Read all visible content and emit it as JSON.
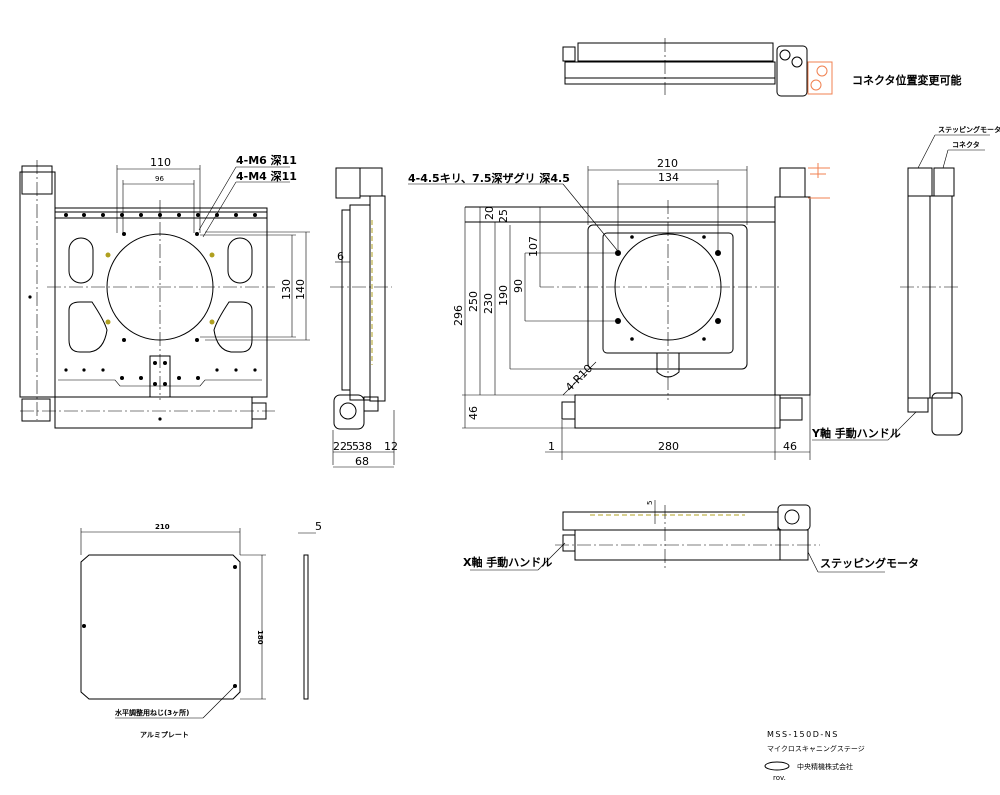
{
  "front_view": {
    "dim_110": "110",
    "dim_96": "96",
    "dim_130": "130",
    "dim_140": "140",
    "note_m6": "4-M6 深11",
    "note_m4": "4-M4 深11"
  },
  "side_view": {
    "dim_6": "6",
    "dim_22": "22",
    "dim_5a": "5",
    "dim_5b": "5",
    "dim_38": "38",
    "dim_12": "12",
    "dim_68": "68"
  },
  "top_view": {
    "note_holes": "4-4.5キリ、7.5深ザグリ 深4.5",
    "dim_210": "210",
    "dim_134": "134",
    "dim_20": "20",
    "dim_25": "25",
    "dim_107": "107",
    "dim_90": "90",
    "dim_190": "190",
    "dim_230": "230",
    "dim_250": "250",
    "dim_296": "296",
    "dim_46v": "46",
    "dim_r10": "4-R10",
    "dim_1": "1",
    "dim_280": "280",
    "dim_46h": "46",
    "y_handle": "Y軸 手動ハンドル"
  },
  "upper_view": {
    "connector_note": "コネクタ位置変更可能"
  },
  "right_view": {
    "motor_label": "ステッピングモータ",
    "connector_label": "コネクタ"
  },
  "lower_view": {
    "dim_5": "5",
    "x_handle": "X軸 手動ハンドル",
    "motor_label": "ステッピングモータ"
  },
  "plate": {
    "dim_210": "210",
    "dim_180": "180",
    "dim_5": "5",
    "screw_note": "水平調整用ねじ(3ヶ所)",
    "name": "アルミプレート"
  },
  "title_block": {
    "model": "MSS-150D-NS",
    "product": "マイクロスキャニングステージ",
    "company": "中央精機株式会社",
    "rev": "rov."
  },
  "colors": {
    "line": "#000000",
    "alt_connector": "#f08050",
    "hidden_edge": "#b0a020"
  }
}
